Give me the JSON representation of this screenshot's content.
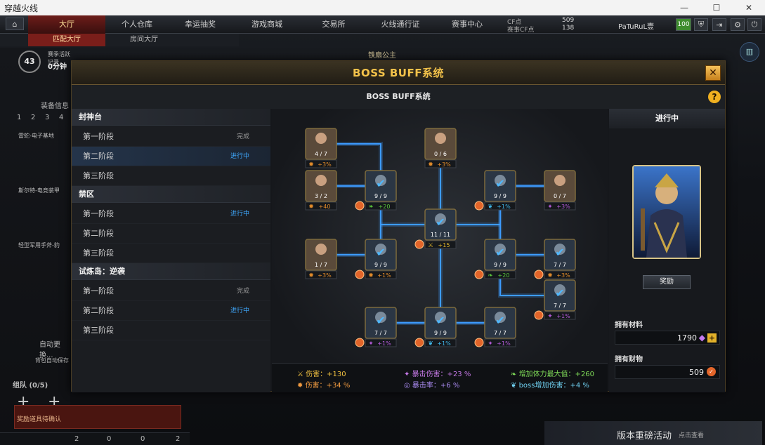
{
  "window": {
    "title": "穿越火线",
    "minimize": "—",
    "maximize": "☐",
    "close": "✕"
  },
  "nav": {
    "items": [
      "大厅",
      "个人仓库",
      "幸运抽奖",
      "游戏商城",
      "交易所",
      "火线通行证",
      "赛事中心"
    ],
    "sub": [
      "匹配大厅",
      "房间大厅"
    ],
    "currency": {
      "cf_label": "CF点",
      "cf_value": "509",
      "match_label": "赛事CF点",
      "match_value": "138"
    },
    "username": "PaTuRuL壹",
    "level_badge": "100"
  },
  "background": {
    "level": "43",
    "score": "0分钟",
    "score_label": "赛季活跃记录",
    "equip": "装备信息",
    "slots": [
      "1",
      "2",
      "3",
      "4"
    ],
    "items": [
      "雷蛇-电子基地",
      "斯尔特-电竞装甲",
      "轻型军用手斧-豹"
    ],
    "auto_update": "自动更换...",
    "bag_save": "背包自动保存",
    "team_title": "组队 (0/5)",
    "pending": "奖励道具待确认",
    "boss_name": "铁扇公主",
    "version_event": "版本重磅活动",
    "click_view": "点击查看",
    "footer_counts": [
      "2",
      "0",
      "0",
      "2"
    ]
  },
  "modal": {
    "title": "BOSS BUFF系统",
    "subtitle": "BOSS BUFF系统",
    "help": "?",
    "close": "✕"
  },
  "stages": [
    {
      "group": "封神台",
      "rows": [
        {
          "label": "第一阶段",
          "status": "完成",
          "kind": "done"
        },
        {
          "label": "第二阶段",
          "status": "进行中",
          "kind": "prog",
          "selected": true
        },
        {
          "label": "第三阶段",
          "status": "",
          "kind": ""
        }
      ]
    },
    {
      "group": "禁区",
      "rows": [
        {
          "label": "第一阶段",
          "status": "进行中",
          "kind": "prog"
        },
        {
          "label": "第二阶段",
          "status": "",
          "kind": ""
        },
        {
          "label": "第三阶段",
          "status": "",
          "kind": ""
        }
      ]
    },
    {
      "group": "试炼岛：逆袭",
      "rows": [
        {
          "label": "第一阶段",
          "status": "完成",
          "kind": "done"
        },
        {
          "label": "第二阶段",
          "status": "进行中",
          "kind": "prog"
        },
        {
          "label": "第三阶段",
          "status": "",
          "kind": ""
        }
      ]
    }
  ],
  "nodes": [
    {
      "id": "n1",
      "count": "4 / 7",
      "bonus": "+3%",
      "color": "#e08a2a",
      "icon": "flame",
      "checked": false
    },
    {
      "id": "n2",
      "count": "0 / 6",
      "bonus": "+3%",
      "color": "#e08a2a",
      "icon": "flame",
      "checked": false
    },
    {
      "id": "n3",
      "count": "3 / 2",
      "bonus": "+40",
      "color": "#e08a2a",
      "icon": "flame",
      "checked": false
    },
    {
      "id": "n4",
      "count": "9 / 9",
      "bonus": "+20",
      "color": "#58c23a",
      "icon": "leaf",
      "checked": true
    },
    {
      "id": "n5",
      "count": "9 / 9",
      "bonus": "+1%",
      "color": "#3fb6e8",
      "icon": "wing",
      "checked": true
    },
    {
      "id": "n6",
      "count": "0 / 7",
      "bonus": "+3%",
      "color": "#b35ad8",
      "icon": "spark",
      "checked": false
    },
    {
      "id": "n7",
      "count": "11 / 11",
      "bonus": "+15",
      "color": "#e0b52a",
      "icon": "sword",
      "checked": true
    },
    {
      "id": "n8",
      "count": "1 / 7",
      "bonus": "+3%",
      "color": "#e08a2a",
      "icon": "flame",
      "checked": false
    },
    {
      "id": "n9",
      "count": "9 / 9",
      "bonus": "+1%",
      "color": "#e08a2a",
      "icon": "flame",
      "checked": true
    },
    {
      "id": "n10",
      "count": "9 / 9",
      "bonus": "+20",
      "color": "#58c23a",
      "icon": "leaf",
      "checked": true
    },
    {
      "id": "n11",
      "count": "7 / 7",
      "bonus": "+3%",
      "color": "#e08a2a",
      "icon": "flame",
      "checked": true
    },
    {
      "id": "n12",
      "count": "7 / 7",
      "bonus": "+1%",
      "color": "#b35ad8",
      "icon": "spark",
      "checked": true
    },
    {
      "id": "n13",
      "count": "7 / 7",
      "bonus": "+1%",
      "color": "#b35ad8",
      "icon": "spark",
      "checked": true
    },
    {
      "id": "n14",
      "count": "9 / 9",
      "bonus": "+1%",
      "color": "#3fb6e8",
      "icon": "wing",
      "checked": true
    },
    {
      "id": "n15",
      "count": "7 / 7",
      "bonus": "+1%",
      "color": "#b35ad8",
      "icon": "spark",
      "checked": true
    }
  ],
  "stats": [
    {
      "label": "伤害：+130",
      "color": "#f0c040",
      "icon": "sword"
    },
    {
      "label": "暴击伤害：+23 %",
      "color": "#c77ae8",
      "icon": "spark"
    },
    {
      "label": "增加体力最大值：+260",
      "color": "#7ed957",
      "icon": "leaf"
    },
    {
      "label": "伤害：+34 %",
      "color": "#f09a40",
      "icon": "flame"
    },
    {
      "label": "暴击率：+6 %",
      "color": "#a98af0",
      "icon": "crit"
    },
    {
      "label": "boss增加伤害：+4 %",
      "color": "#6fd0f0",
      "icon": "wing"
    }
  ],
  "right": {
    "status": "进行中",
    "reward_button": "奖励",
    "materials_label": "拥有材料",
    "materials_value": "1790",
    "wealth_label": "拥有财物",
    "wealth_value": "509",
    "plus": "+"
  }
}
